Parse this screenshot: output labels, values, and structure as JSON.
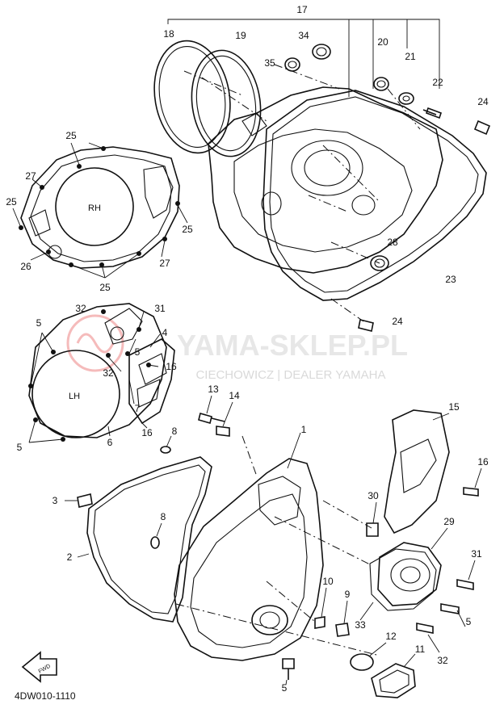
{
  "diagram": {
    "part_code": "4DW010-1110",
    "watermark": {
      "brand": "YAMA-SKLEP.PL",
      "sub": "CIECHOWICZ | DEALER YAMAHA"
    },
    "cover_labels": {
      "rh": "RH",
      "lh": "LH"
    },
    "fwd_label": "FWD",
    "callouts": [
      {
        "id": "c17",
        "text": "17"
      },
      {
        "id": "c18",
        "text": "18"
      },
      {
        "id": "c19",
        "text": "19"
      },
      {
        "id": "c34",
        "text": "34"
      },
      {
        "id": "c35",
        "text": "35"
      },
      {
        "id": "c20",
        "text": "20"
      },
      {
        "id": "c21",
        "text": "21"
      },
      {
        "id": "c22",
        "text": "22"
      },
      {
        "id": "c24a",
        "text": "24"
      },
      {
        "id": "c25a",
        "text": "25"
      },
      {
        "id": "c27a",
        "text": "27"
      },
      {
        "id": "c25b",
        "text": "25"
      },
      {
        "id": "c25c",
        "text": "25"
      },
      {
        "id": "c26",
        "text": "26"
      },
      {
        "id": "c27b",
        "text": "27"
      },
      {
        "id": "c25d",
        "text": "25"
      },
      {
        "id": "c28",
        "text": "28"
      },
      {
        "id": "c23",
        "text": "23"
      },
      {
        "id": "c24b",
        "text": "24"
      },
      {
        "id": "c32a",
        "text": "32"
      },
      {
        "id": "c31a",
        "text": "31"
      },
      {
        "id": "c5a",
        "text": "5"
      },
      {
        "id": "c4",
        "text": "4"
      },
      {
        "id": "c5b",
        "text": "5"
      },
      {
        "id": "c16a",
        "text": "16"
      },
      {
        "id": "c32b",
        "text": "32"
      },
      {
        "id": "c7",
        "text": "7"
      },
      {
        "id": "c5c",
        "text": "5"
      },
      {
        "id": "c6",
        "text": "6"
      },
      {
        "id": "c16b",
        "text": "16"
      },
      {
        "id": "c13",
        "text": "13"
      },
      {
        "id": "c14",
        "text": "14"
      },
      {
        "id": "c1",
        "text": "1"
      },
      {
        "id": "c15",
        "text": "15"
      },
      {
        "id": "c8a",
        "text": "8"
      },
      {
        "id": "c16c",
        "text": "16"
      },
      {
        "id": "c3",
        "text": "3"
      },
      {
        "id": "c30",
        "text": "30"
      },
      {
        "id": "c8b",
        "text": "8"
      },
      {
        "id": "c29",
        "text": "29"
      },
      {
        "id": "c2",
        "text": "2"
      },
      {
        "id": "c31b",
        "text": "31"
      },
      {
        "id": "c10",
        "text": "10"
      },
      {
        "id": "c9",
        "text": "9"
      },
      {
        "id": "c33",
        "text": "33"
      },
      {
        "id": "c5d",
        "text": "5"
      },
      {
        "id": "c12",
        "text": "12"
      },
      {
        "id": "c11",
        "text": "11"
      },
      {
        "id": "c32c",
        "text": "32"
      },
      {
        "id": "c5e",
        "text": "5"
      }
    ]
  }
}
